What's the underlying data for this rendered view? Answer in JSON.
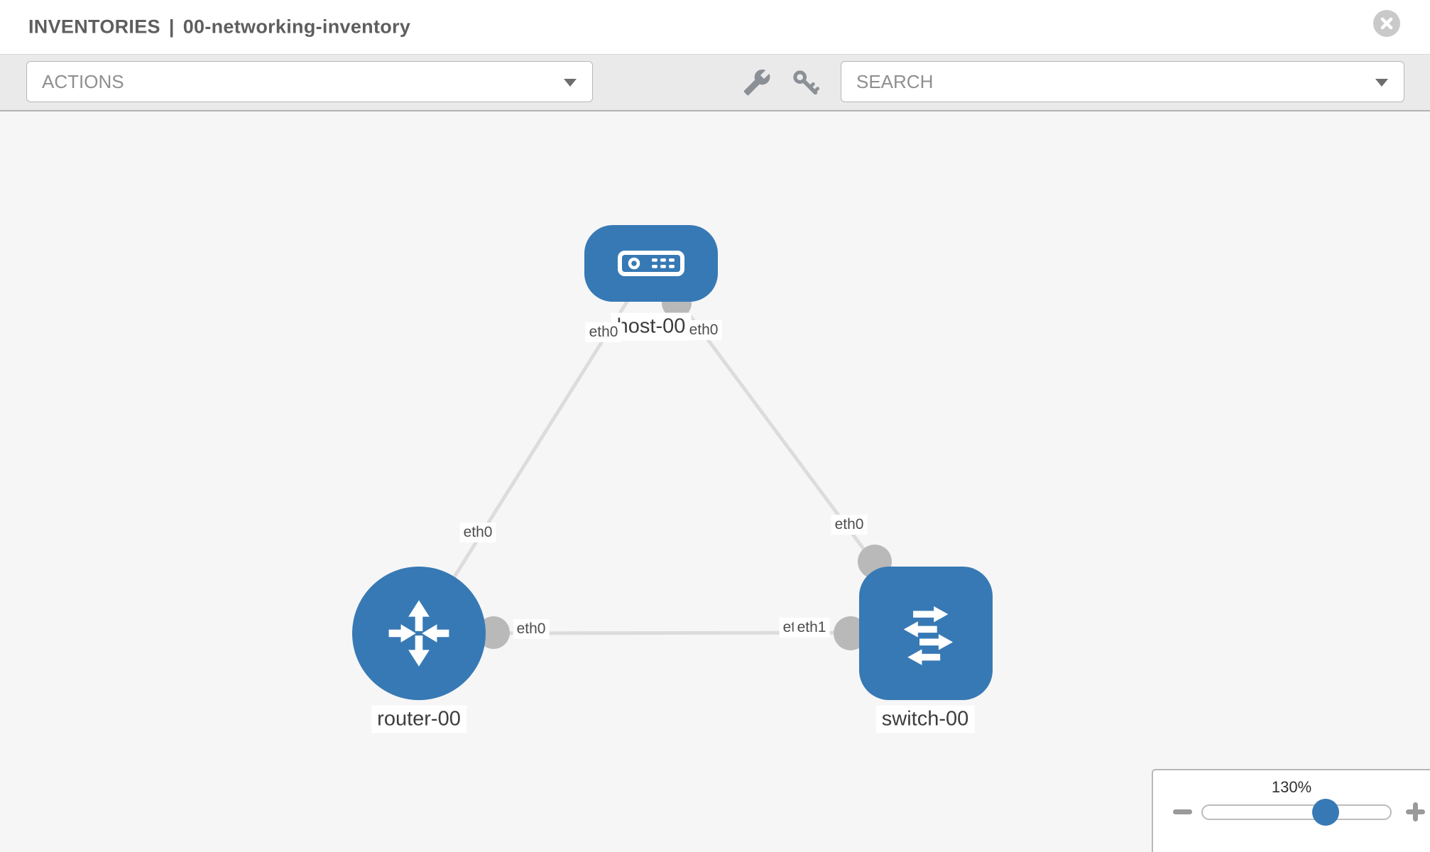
{
  "header": {
    "section": "INVENTORIES",
    "separator": "|",
    "inventory_name": "00-networking-inventory",
    "close_icon": "close-icon"
  },
  "toolbar": {
    "actions_label": "ACTIONS",
    "search_label": "SEARCH",
    "icons": [
      "wrench-icon",
      "key-icon"
    ]
  },
  "topology": {
    "nodes": [
      {
        "id": "host-00",
        "label": "host-00",
        "type": "host",
        "shape": "rounded-rect"
      },
      {
        "id": "router-00",
        "label": "router-00",
        "type": "router",
        "shape": "circle"
      },
      {
        "id": "switch-00",
        "label": "switch-00",
        "type": "switch",
        "shape": "rounded-square"
      }
    ],
    "links": [
      {
        "from": "host-00",
        "to": "router-00",
        "from_port": "eth0",
        "to_port": "eth0"
      },
      {
        "from": "host-00",
        "to": "switch-00",
        "from_port": "eth0",
        "to_port": "eth0"
      },
      {
        "from": "router-00",
        "to": "switch-00",
        "from_port": "eth0",
        "to_port": "eth1"
      }
    ],
    "port_labels": [
      "eth0",
      "eth0",
      "eth0",
      "eth0",
      "eth0",
      "eth0",
      "eth1"
    ],
    "colors": {
      "node_blue": "#3779b5",
      "link_gray": "#dcdcdc",
      "connector_gray": "#b9b9b9",
      "canvas_bg": "#f6f6f6"
    }
  },
  "zoom_control": {
    "percent": "130%",
    "minus_icon": "zoom-out-icon",
    "plus_icon": "zoom-in-icon",
    "slider_value": 0.64
  }
}
